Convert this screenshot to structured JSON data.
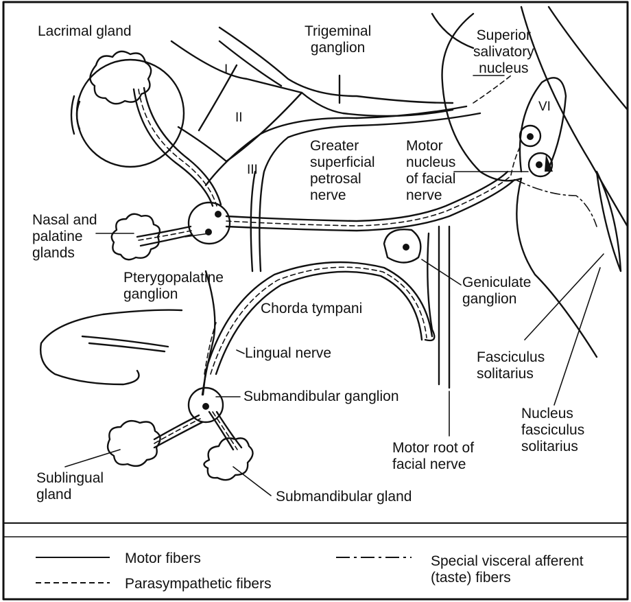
{
  "labels": {
    "lacrimal_gland": "Lacrimal gland",
    "trigeminal_ganglion": "Trigeminal\nganglion",
    "superior_salivatory_nucleus": "Superior\nsalivatory\nnucleus",
    "nerve_I": "I",
    "nerve_II": "II",
    "nerve_III": "III",
    "nerve_VI": "VI",
    "greater_superficial_petrosal_nerve": "Greater\nsuperficial\npetrosal\nnerve",
    "motor_nucleus_facial_nerve": "Motor\nnucleus\nof facial\nnerve",
    "nasal_palatine_glands": "Nasal and\npalatine\nglands",
    "pterygopalatine_ganglion": "Pterygopalatine\nganglion",
    "geniculate_ganglion": "Geniculate\nganglion",
    "chorda_tympani": "Chorda tympani",
    "lingual_nerve": "Lingual nerve",
    "fasciculus_solitarius": "Fasciculus\nsolitarius",
    "submandibular_ganglion": "Submandibular ganglion",
    "nucleus_fasciculus_solitarius": "Nucleus\nfasciculus\nsolitarius",
    "motor_root_facial_nerve": "Motor root of\nfacial nerve",
    "sublingual_gland": "Sublingual\ngland",
    "submandibular_gland": "Submandibular gland"
  },
  "legend": {
    "motor": "Motor fibers",
    "parasympathetic": "Parasympathetic fibers",
    "special_visceral": "Special visceral afferent\n(taste) fibers"
  }
}
